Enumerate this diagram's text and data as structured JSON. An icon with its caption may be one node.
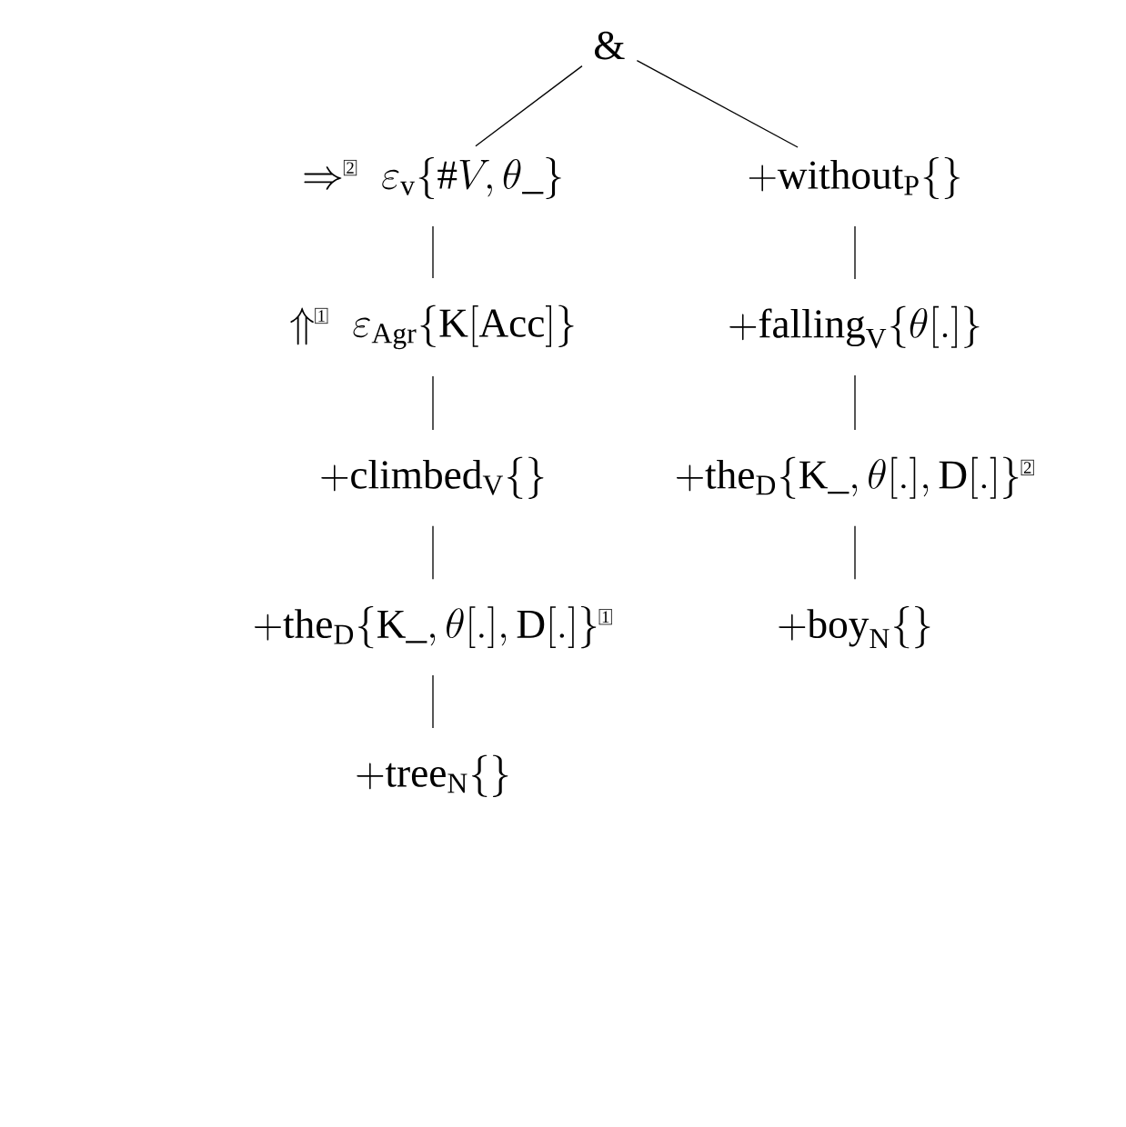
{
  "diagram": {
    "nodes": [
      {
        "text": [
          "&"
        ]
      },
      {
        "text": [
          "\\Rightarrow^{\\fbox{\\scriptsize 2}}\\;\\varepsilon_{\\mathrm{v}}\\{\\#V,\\theta\\_\\}"
        ]
      },
      {
        "text": [
          "\\Uparrow^{\\fbox{\\scriptsize 1}}\\;\\varepsilon_{\\mathrm{Agr}}\\{\\mathrm{K[Acc]}\\}"
        ]
      },
      {
        "text": [
          "+\\mathrm{climbed}_{\\mathrm{V}}\\{\\}"
        ]
      },
      {
        "text": [
          "+\\mathrm{the}_{\\mathrm{D}}\\{\\mathrm{K}\\_,\\theta[.],\\mathrm{D}[.]\\}^{\\fbox{\\scriptsize 1}}"
        ]
      },
      {
        "text": [
          "+\\mathrm{tree}_{\\mathrm{N}}\\{\\}"
        ]
      },
      {
        "text": [
          "+\\mathrm{without}_{\\mathrm{P}}\\{\\}"
        ]
      },
      {
        "text": [
          "+\\mathrm{falling}_{\\mathrm{V}}\\{\\theta[.]\\}"
        ]
      },
      {
        "text": [
          "+\\mathrm{the}_{\\mathrm{D}}\\{\\mathrm{K}\\_,\\theta[.],\\mathrm{D}[.]\\}^{\\fbox{\\scriptsize 2}}"
        ]
      },
      {
        "text": [
          "+\\mathrm{boy}_{\\mathrm{N}}\\{\\}"
        ]
      }
    ],
    "edges": [
      {
        "from": 0,
        "to": 1,
        "arrow": "none"
      },
      {
        "from": 0,
        "to": 6,
        "arrow": "none"
      },
      {
        "from": 1,
        "to": 2,
        "arrow": "none"
      },
      {
        "from": 2,
        "to": 3,
        "arrow": "none"
      },
      {
        "from": 3,
        "to": 4,
        "arrow": "none"
      },
      {
        "from": 4,
        "to": 5,
        "arrow": "none"
      },
      {
        "from": 6,
        "to": 7,
        "arrow": "none"
      },
      {
        "from": 7,
        "to": 8,
        "arrow": "none"
      },
      {
        "from": 8,
        "to": 9,
        "arrow": "none"
      }
    ]
  }
}
